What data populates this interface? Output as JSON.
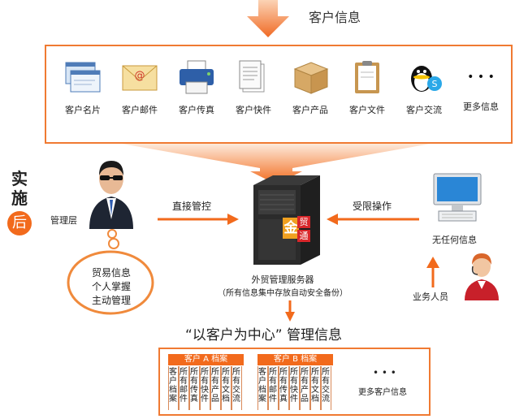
{
  "header": {
    "title": "客户信息"
  },
  "info_items": [
    {
      "label": "客户名片",
      "icon": "business-card-icon"
    },
    {
      "label": "客户邮件",
      "icon": "email-envelope-icon"
    },
    {
      "label": "客户传真",
      "icon": "fax-printer-icon"
    },
    {
      "label": "客户快件",
      "icon": "express-document-icon"
    },
    {
      "label": "客户产品",
      "icon": "product-box-icon"
    },
    {
      "label": "客户文件",
      "icon": "file-clipboard-icon"
    },
    {
      "label": "客户交流",
      "icon": "chat-qq-skype-icon"
    },
    {
      "label": "更多信息",
      "icon": "more-dots-icon",
      "glyph": "• • •"
    }
  ],
  "badge": {
    "line1": "实",
    "line2": "施",
    "circle": "后"
  },
  "management": {
    "label": "管理层"
  },
  "thought": {
    "line1": "贸易信息",
    "line2": "个人掌握",
    "line3": "主动管理"
  },
  "arrows": {
    "left_label": "直接管控",
    "right_label": "受限操作"
  },
  "server": {
    "brand1": "金",
    "brand2": "贸",
    "brand3": "通",
    "name": "外贸管理服务器",
    "note": "（所有信息集中存放自动安全备份）"
  },
  "computer": {
    "label": "无任何信息"
  },
  "staff": {
    "label": "业务人员"
  },
  "bottom": {
    "title": "“以客户为中心” 管理信息",
    "archives": [
      {
        "header": "客户 A 档案",
        "columns": [
          "客户档案",
          "所有邮件",
          "所有传真",
          "所有快件",
          "所有产品",
          "所有文档",
          "所有交流"
        ]
      },
      {
        "header": "客户 B 档案",
        "columns": [
          "客户档案",
          "所有邮件",
          "所有传真",
          "所有快件",
          "所有产品",
          "所有文档",
          "所有交流"
        ]
      }
    ],
    "more_dots": "• • •",
    "more_label": "更多客户信息"
  },
  "colors": {
    "accent": "#f07a32",
    "badge": "#f26a1c"
  }
}
